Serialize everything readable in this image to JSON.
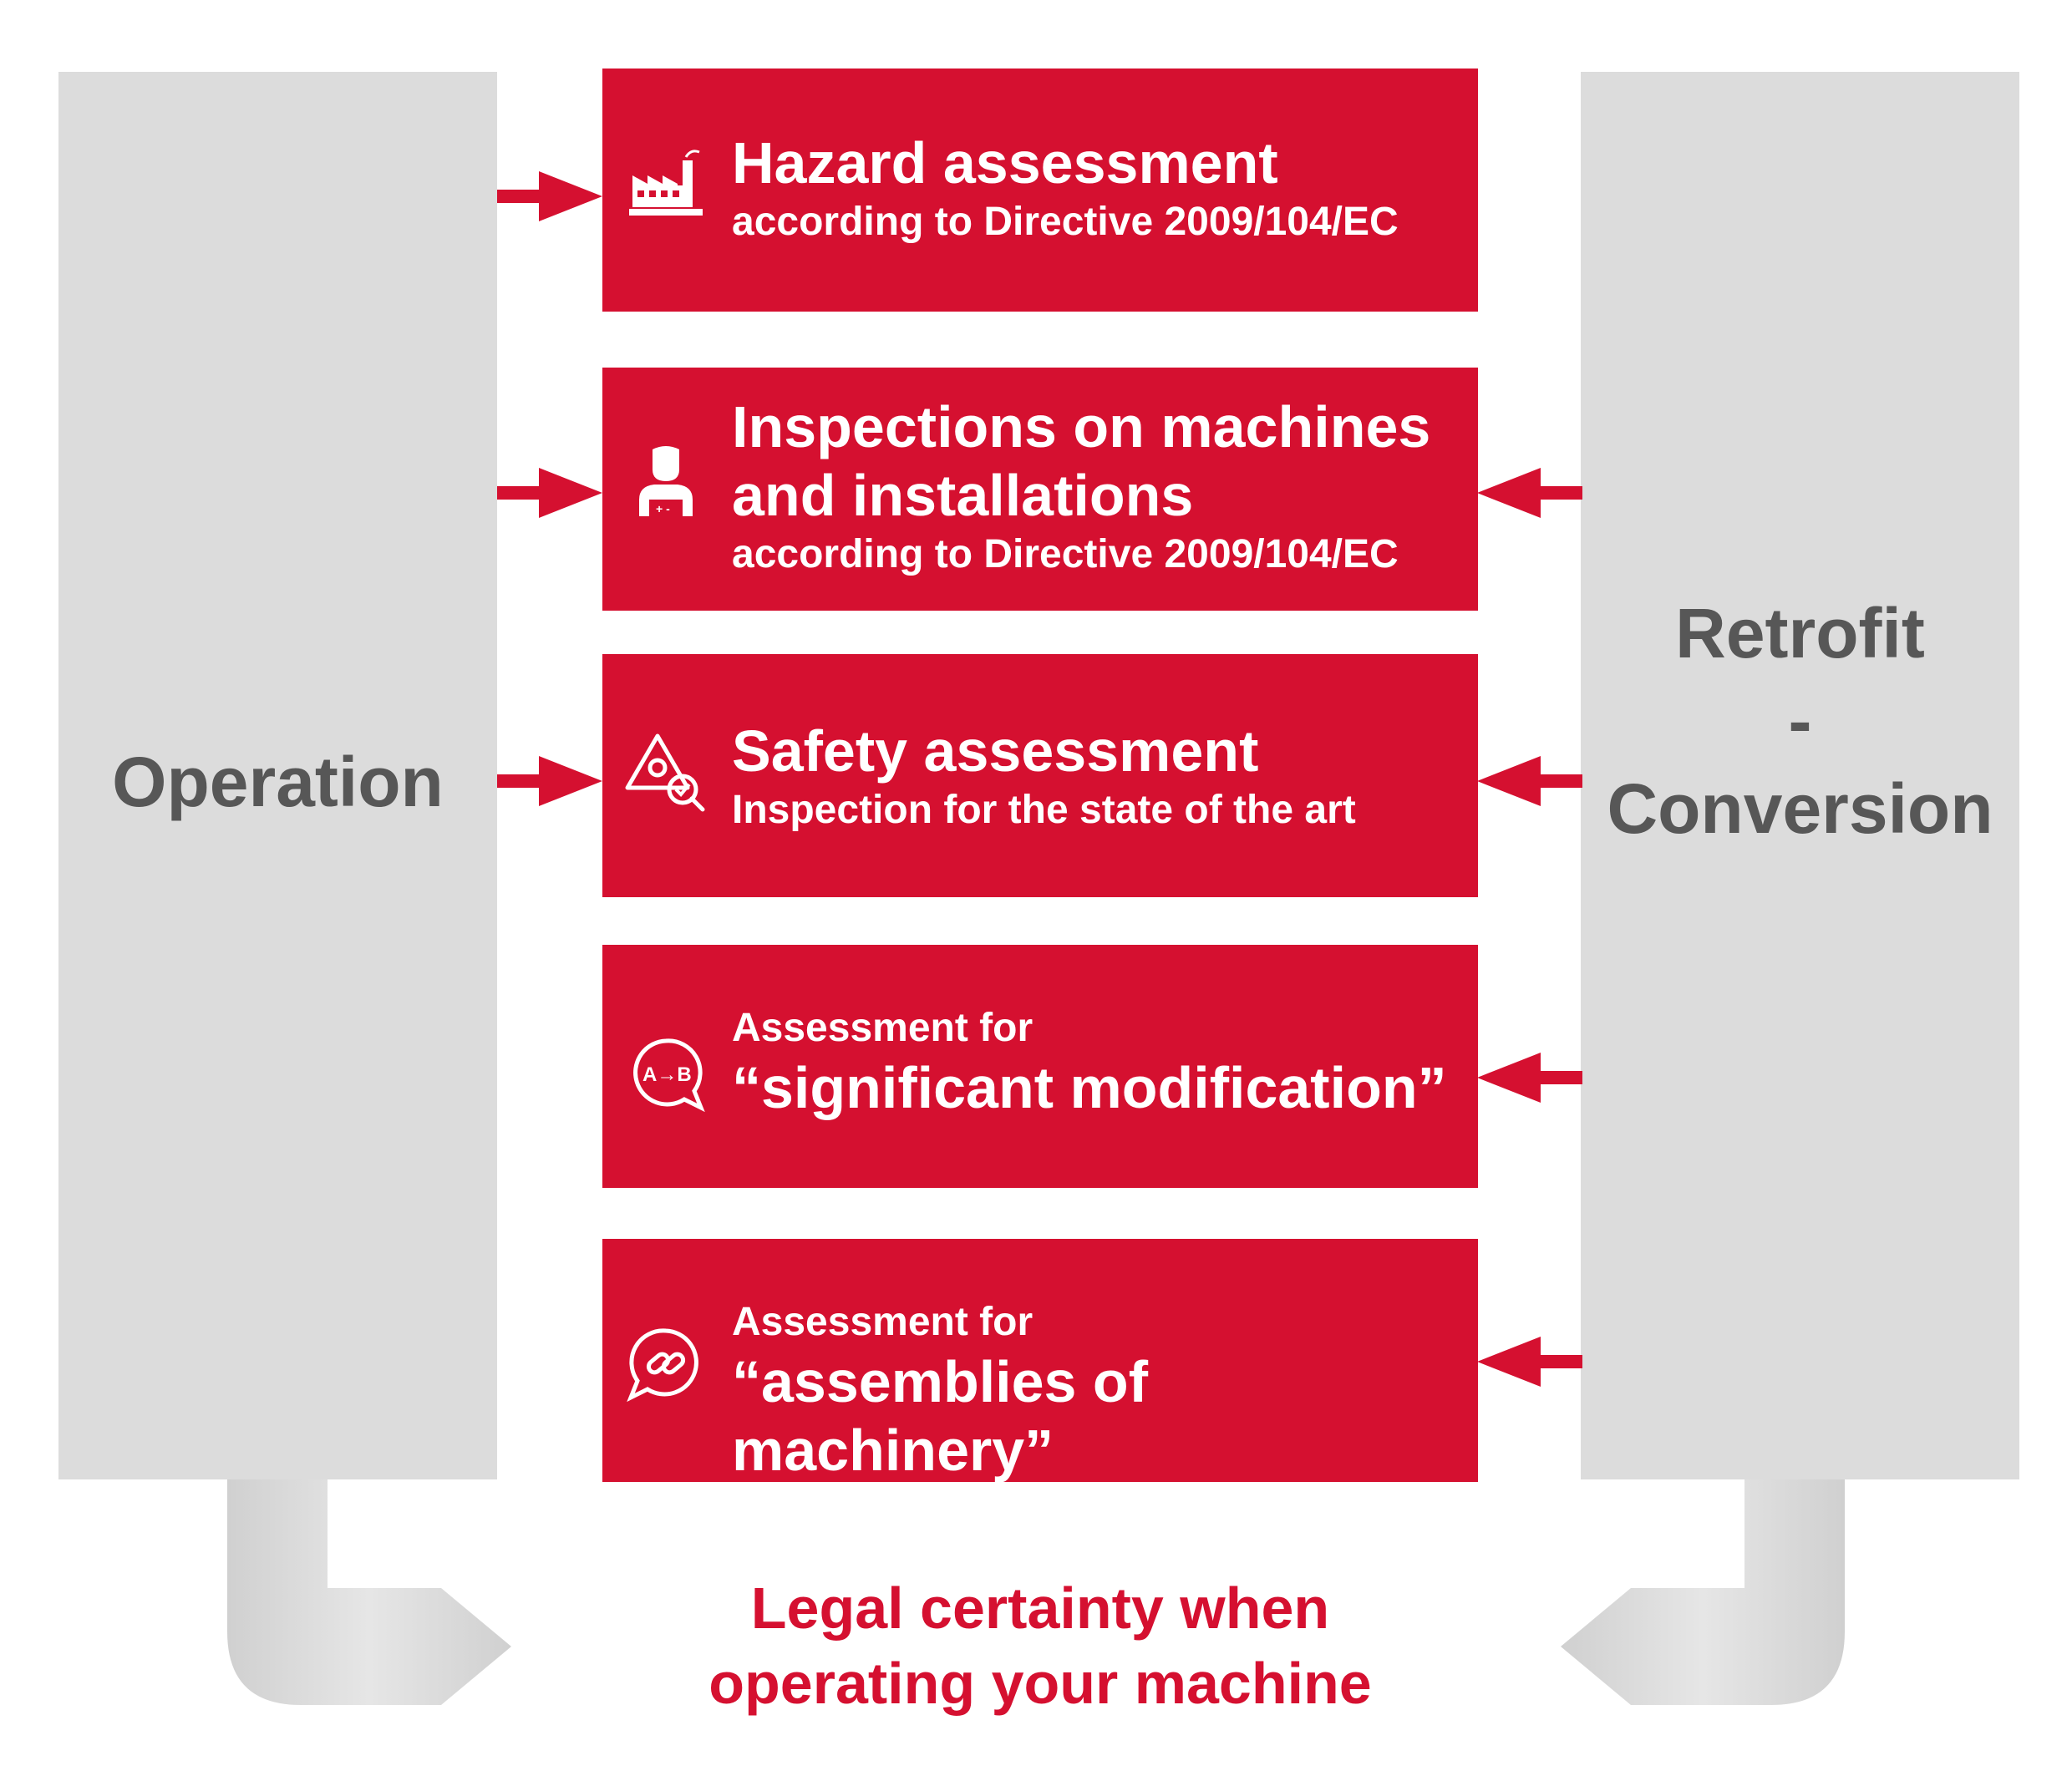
{
  "left_column": {
    "label": "Operation"
  },
  "right_column": {
    "label_line1": "Retrofit",
    "label_line2": "-",
    "label_line3": "Conversion"
  },
  "boxes": [
    {
      "title": "Hazard assessment",
      "subtitle": "according to Directive 2009/104/EC",
      "icon": "factory-icon"
    },
    {
      "title_line1": "Inspections on machines",
      "title_line2": "and installations",
      "subtitle": "according to Directive 2009/104/EC",
      "icon": "inspector-icon"
    },
    {
      "title": "Safety assessment",
      "subtitle": "Inspection for the state of the art",
      "icon": "warning-magnifier-icon"
    },
    {
      "pretitle": "Assessment for",
      "title": "“significant modification”",
      "icon": "a-to-b-icon"
    },
    {
      "pretitle": "Assessment for",
      "title": "“assemblies of machinery”",
      "icon": "link-bubble-icon"
    }
  ],
  "footer": {
    "line1": "Legal certainty when",
    "line2": "operating your machine"
  },
  "colors": {
    "red": "#d51030",
    "gray": "#dcdcdc",
    "text_gray": "#575757"
  }
}
